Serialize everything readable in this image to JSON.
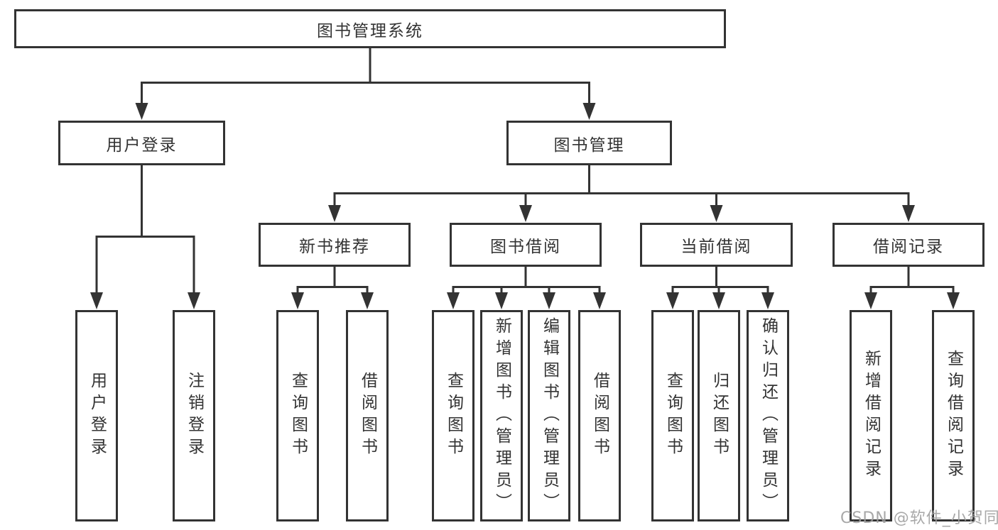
{
  "diagram": {
    "root": {
      "label": "图书管理系统"
    },
    "level2": [
      {
        "label": "用户登录"
      },
      {
        "label": "图书管理"
      }
    ],
    "level3": [
      {
        "label": "新书推荐"
      },
      {
        "label": "图书借阅"
      },
      {
        "label": "当前借阅"
      },
      {
        "label": "借阅记录"
      }
    ],
    "leaves": {
      "user": [
        {
          "label": "用户登录"
        },
        {
          "label": "注销登录"
        }
      ],
      "recommend": [
        {
          "label": "查询图书"
        },
        {
          "label": "借阅图书"
        }
      ],
      "borrow": [
        {
          "label": "查询图书"
        },
        {
          "label": "新增图书（管理员）"
        },
        {
          "label": "编辑图书（管理员）"
        },
        {
          "label": "借阅图书"
        }
      ],
      "current": [
        {
          "label": "查询图书"
        },
        {
          "label": "归还图书"
        },
        {
          "label": "确认归还（管理员）"
        }
      ],
      "records": [
        {
          "label": "新增借阅记录"
        },
        {
          "label": "查询借阅记录"
        }
      ]
    }
  },
  "watermark": {
    "text": "CSDN @软件_小贺同学"
  },
  "colors": {
    "line": "#333333",
    "text": "#333333",
    "box_background": "#ffffff",
    "watermark": "#9e9e9e",
    "background": "#ffffff"
  }
}
